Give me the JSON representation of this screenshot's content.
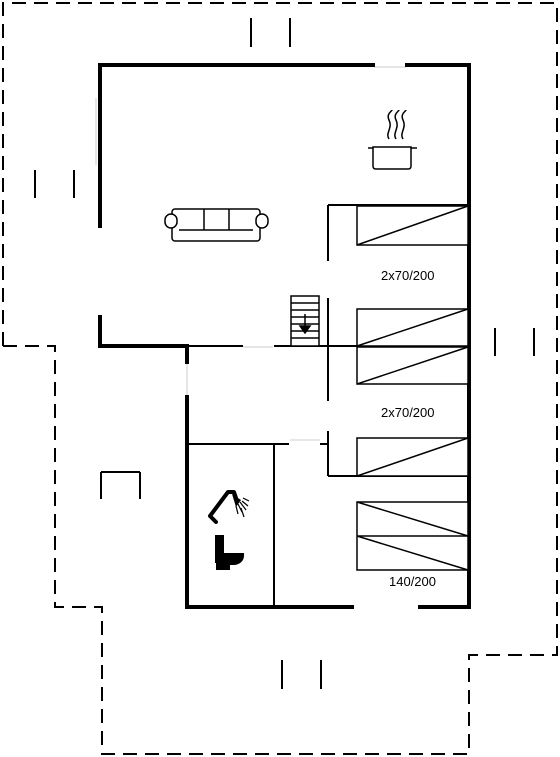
{
  "floor_plan": {
    "bed_labels": [
      "2x70/200",
      "2x70/200",
      "140/200"
    ],
    "icons": [
      "cooking-pot-icon",
      "sofa-icon",
      "stairs-down-icon",
      "shower-icon",
      "toilet-icon"
    ],
    "colors": {
      "wall": "#000000",
      "background": "#ffffff",
      "faint_line": "#dddddd"
    }
  }
}
